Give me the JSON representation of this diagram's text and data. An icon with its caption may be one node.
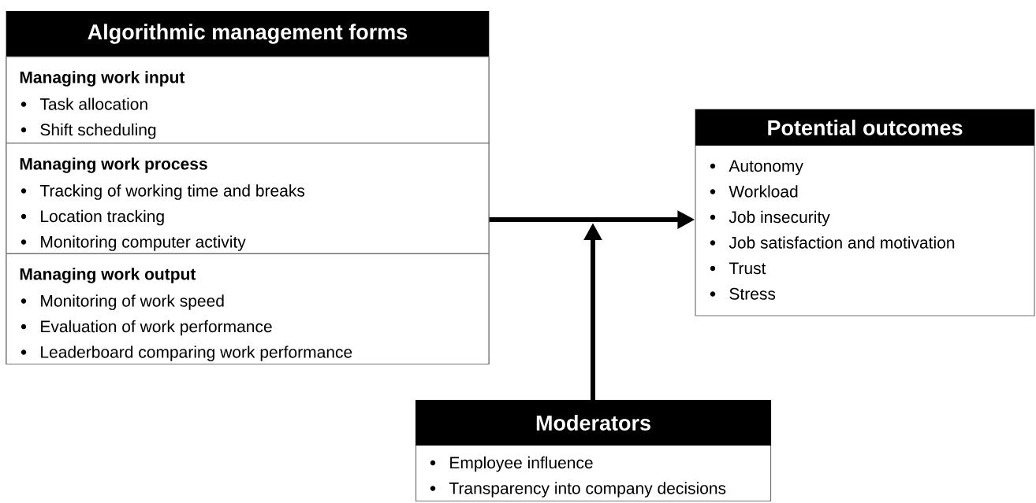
{
  "diagram": {
    "nodes": [
      {
        "text": [
          "Algorithmic management forms"
        ]
      },
      {
        "text": [
          "Managing work input",
          "Task allocation",
          "Shift scheduling"
        ],
        "in": 0
      },
      {
        "text": [
          "Managing work process",
          "Tracking of working time and breaks",
          "Location tracking",
          "Monitoring computer activity"
        ],
        "in": 0
      },
      {
        "text": [
          "Managing work output",
          "Monitoring of work speed",
          "Evaluation of work performance",
          "Leaderboard comparing work performance"
        ],
        "in": 0
      },
      {
        "text": [
          "Potential outcomes",
          "Autonomy",
          "Workload",
          "Job insecurity",
          "Job satisfaction and motivation",
          "Trust",
          "Stress"
        ]
      },
      {
        "text": [
          "Moderators",
          "Employee influence",
          "Transparency into company decisions"
        ]
      }
    ],
    "edges": [
      {
        "from": 0,
        "to": 4,
        "arrow": "to"
      },
      {
        "from": 5,
        "to": null,
        "arrow": "to"
      }
    ]
  }
}
